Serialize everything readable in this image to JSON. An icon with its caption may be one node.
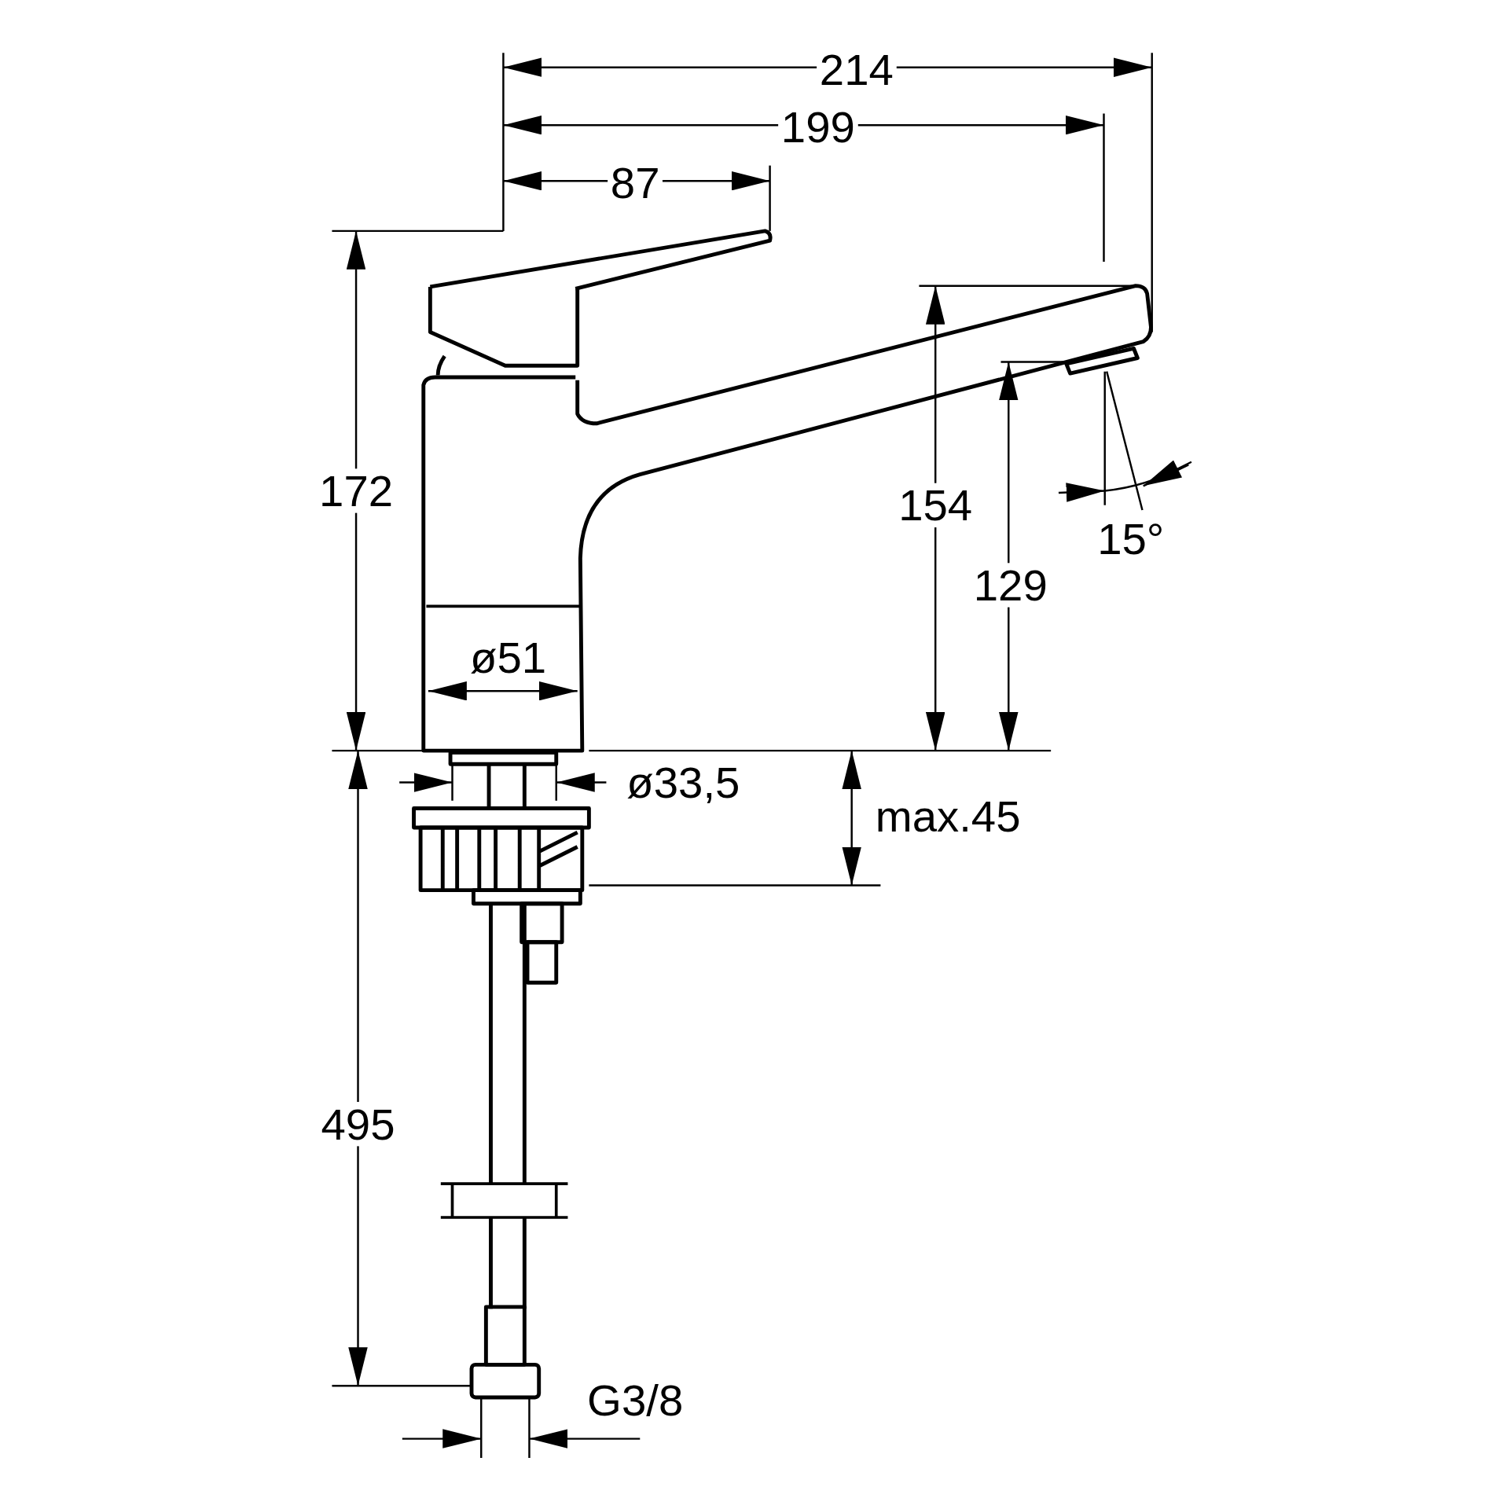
{
  "diagram": {
    "labels": [
      "214",
      "199",
      "87",
      "172",
      "154",
      "15°",
      "129",
      "ø51",
      "ø33,5",
      "max.45",
      "495",
      "G3/8"
    ]
  }
}
